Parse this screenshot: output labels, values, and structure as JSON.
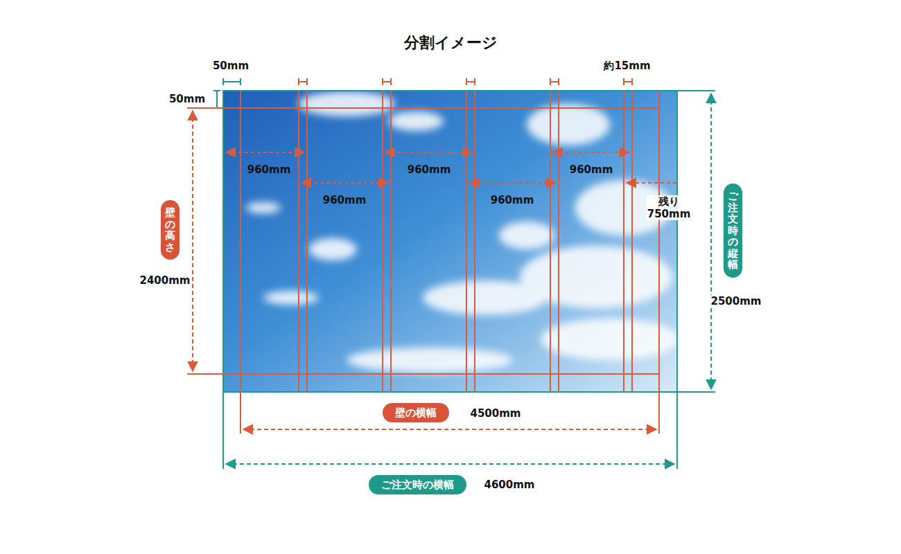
{
  "diagram": {
    "title": "分割イメージ",
    "nodes": [
      {
        "text": [
          "壁の高さ"
        ]
      },
      {
        "text": [
          "ご注文時の縦幅"
        ]
      },
      {
        "text": [
          "壁の横幅"
        ]
      },
      {
        "text": [
          "ご注文時の横幅"
        ]
      }
    ],
    "labels": [
      "50mm",
      "約15mm",
      "50mm",
      "960mm",
      "960mm",
      "960mm",
      "960mm",
      "960mm",
      "残り 750mm",
      "2400mm",
      "2500mm",
      "4500mm",
      "4600mm"
    ]
  }
}
